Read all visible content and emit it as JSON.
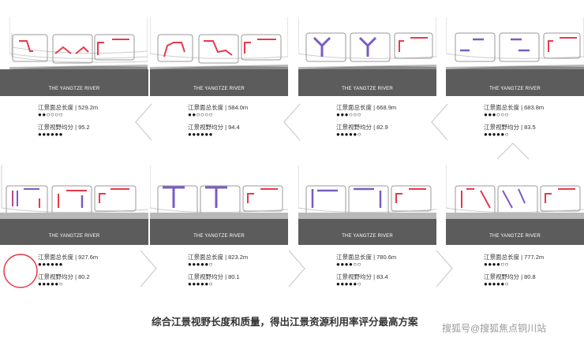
{
  "river_label": "THE YANGTZE RIVER",
  "options": [
    {
      "length_label": "江景面总长度 | 529.2m",
      "score_label": "江景视野均分 | 95.2",
      "length_dots": "●●○○○○",
      "score_dots": "●●●●●●"
    },
    {
      "length_label": "江景面总长度 | 584.0m",
      "score_label": "江景视野均分 | 94.4",
      "length_dots": "●●○○○○",
      "score_dots": "●●●●●●"
    },
    {
      "length_label": "江景面总长度 | 668.9m",
      "score_label": "江景视野均分 | 82.9",
      "length_dots": "●●●○○○",
      "score_dots": "●●●●●○"
    },
    {
      "length_label": "江景面总长度 | 683.8m",
      "score_label": "江景视野均分 | 83.5",
      "length_dots": "●●●○○○",
      "score_dots": "●●●●●○"
    },
    {
      "length_label": "江景面总长度 | 927.6m",
      "score_label": "江景视野均分 | 80.2",
      "length_dots": "●●●●●●",
      "score_dots": "●●●●●○"
    },
    {
      "length_label": "江景面总长度 | 823.2m",
      "score_label": "江景视野均分 | 80.1",
      "length_dots": "●●●●●○",
      "score_dots": "●●●●●○"
    },
    {
      "length_label": "江景面总长度 | 780.6m",
      "score_label": "江景视野均分 | 83.4",
      "length_dots": "●●●●○○",
      "score_dots": "●●●●●○"
    },
    {
      "length_label": "江景面总长度 | 777.2m",
      "score_label": "江景视野均分 | 80.8",
      "length_dots": "●●●●○○",
      "score_dots": "●●●●●○"
    }
  ],
  "caption": "综合江景视野长度和质量，得出江景资源利用率评分最高方案",
  "watermark": "搜狐号@搜狐焦点铜川站",
  "colors": {
    "red": "#e8394a",
    "purple": "#7a5cc4",
    "river_dark": "#5c5c5c",
    "river_mid": "#8a8a8a",
    "river_light": "#b8b8b8",
    "highlight_circle": "#e8394a"
  }
}
